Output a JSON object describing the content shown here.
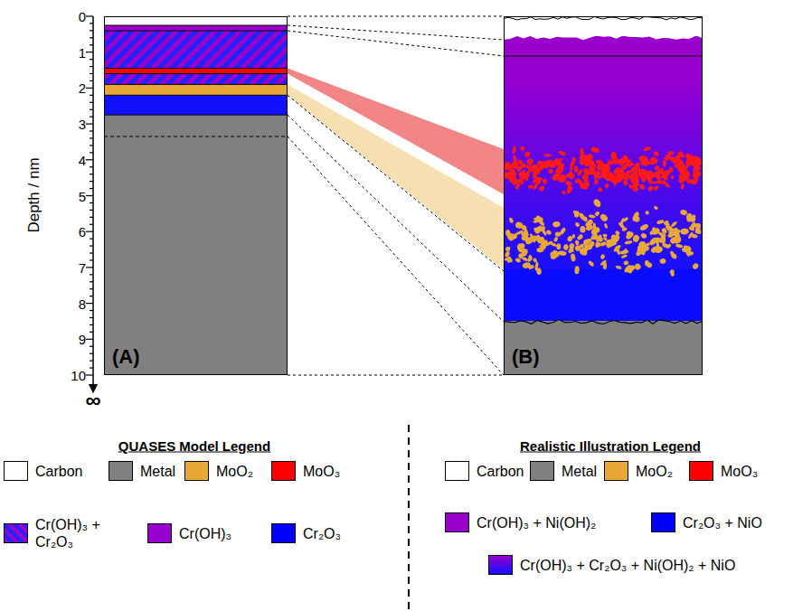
{
  "diagram": {
    "nodes": [
      {
        "text": [
          "(A)"
        ]
      },
      {
        "text": [
          "(B)"
        ]
      }
    ],
    "labels": [
      "Depth / nm",
      "0",
      "1",
      "2",
      "3",
      "4",
      "5",
      "6",
      "7",
      "8",
      "9",
      "10",
      "∞",
      "QUASES Model Legend",
      "Realistic Illustration Legend"
    ],
    "legend": [
      {
        "text": "Carbon",
        "color": "#ffffff"
      },
      {
        "text": "Metal",
        "color": "#808080"
      },
      {
        "text": "MoO₂",
        "color": "#e8a838"
      },
      {
        "text": "MoO₃",
        "color": "#ff0000"
      },
      {
        "text": "Cr(OH)₃ + Cr₂O₃"
      },
      {
        "text": "Cr(OH)₃",
        "color": "#9900cc"
      },
      {
        "text": "Cr₂O₃",
        "color": "#0000ff"
      },
      {
        "text": "Carbon",
        "color": "#ffffff"
      },
      {
        "text": "Metal",
        "color": "#808080"
      },
      {
        "text": "MoO₂",
        "color": "#e8a838"
      },
      {
        "text": "MoO₃",
        "color": "#ff0000"
      },
      {
        "text": "Cr(OH)₃ + Ni(OH)₂",
        "color": "#9900cc"
      },
      {
        "text": "Cr₂O₃ + NiO",
        "color": "#0000ff"
      },
      {
        "text": "Cr(OH)₃ + Cr₂O₃ + Ni(OH)₂ + NiO"
      }
    ]
  }
}
